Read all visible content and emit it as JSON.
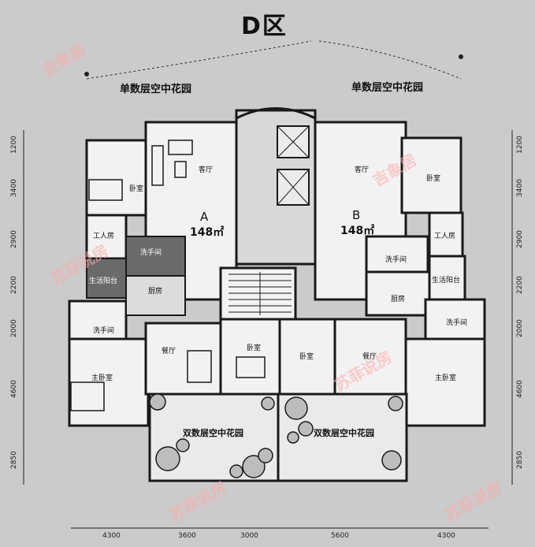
{
  "title": "D区",
  "garden_labels": {
    "top_left": "单数层空中花园",
    "top_right": "单数层空中花园",
    "bottom_left": "双数层空中花园",
    "bottom_right": "双数层空中花园"
  },
  "units": {
    "a": {
      "letter": "A",
      "area": "148㎡"
    },
    "b": {
      "letter": "B",
      "area": "148㎡"
    }
  },
  "rooms": {
    "a_bedroom": "卧室",
    "a_living": "客厅",
    "a_servant": "工人房",
    "a_wash1": "洗手间",
    "a_utility_balcony": "生活阳台",
    "a_kitchen": "厨房",
    "a_wash2": "洗手间",
    "a_master": "主卧室",
    "a_dining": "餐厅",
    "center_bedroom": "卧室",
    "b_living": "客厅",
    "b_bedroom": "卧室",
    "b_servant": "工人房",
    "b_wash1": "洗手间",
    "b_utility_balcony": "生活阳台",
    "b_kitchen": "厨房",
    "b_wash2": "洗手间",
    "b_bedroom2": "卧室",
    "b_dining": "餐厅",
    "b_master": "主卧室"
  },
  "dims_bottom": [
    "4300",
    "3600",
    "3000",
    "5600",
    "4300"
  ],
  "dims_left": [
    "1200",
    "3400",
    "2900",
    "2200",
    "2000",
    "4600",
    "2850"
  ],
  "dims_right": [
    "1200",
    "3400",
    "2900",
    "2200",
    "2000",
    "4600",
    "2850"
  ],
  "watermarks": [
    "吉象居",
    "苏菲说房"
  ]
}
